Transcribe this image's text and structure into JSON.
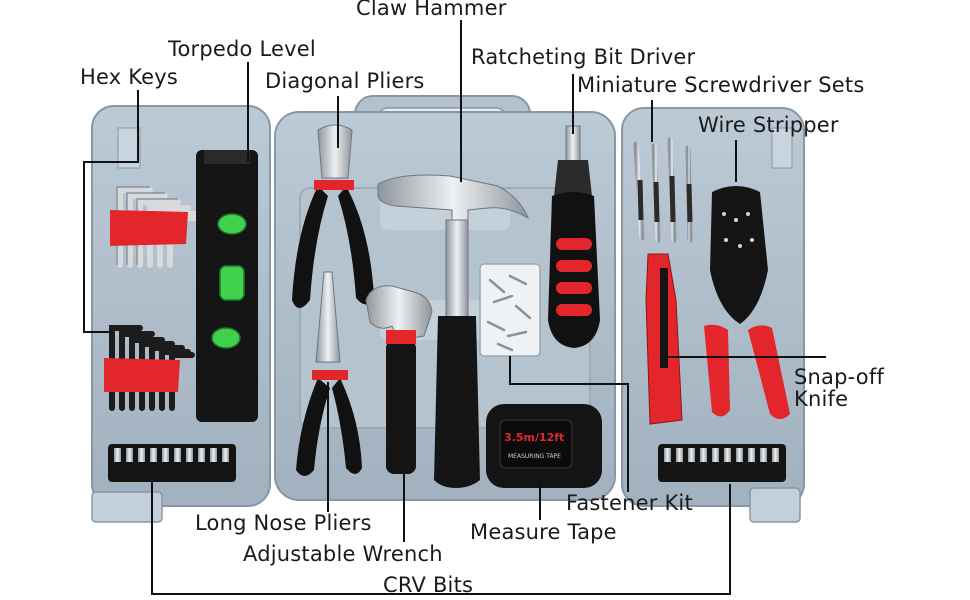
{
  "labels": {
    "claw_hammer": "Claw Hammer",
    "torpedo_level": "Torpedo Level",
    "hex_keys": "Hex Keys",
    "diagonal_pliers": "Diagonal Pliers",
    "ratcheting_bit_driver": "Ratcheting Bit Driver",
    "miniature_screwdriver_sets": "Miniature Screwdriver Sets",
    "wire_stripper": "Wire Stripper",
    "snap_off_knife_line1": "Snap-off",
    "snap_off_knife_line2": "Knife",
    "fastener_kit": "Fastener Kit",
    "long_nose_pliers": "Long Nose Pliers",
    "measure_tape": "Measure Tape",
    "adjustable_wrench": "Adjustable Wrench",
    "crv_bits": "CRV Bits"
  },
  "product_text": {
    "tape_size": "3.5m/12ft",
    "tape_name": "MEASURING TAPE"
  },
  "colors": {
    "case_gray": "#a9b7c4",
    "case_light": "#c3cfda",
    "case_shadow": "#8797a6",
    "tool_red": "#e3262b",
    "tool_black": "#1c1c1c",
    "level_green": "#3fd14a",
    "chrome": "#cfd3d6"
  }
}
